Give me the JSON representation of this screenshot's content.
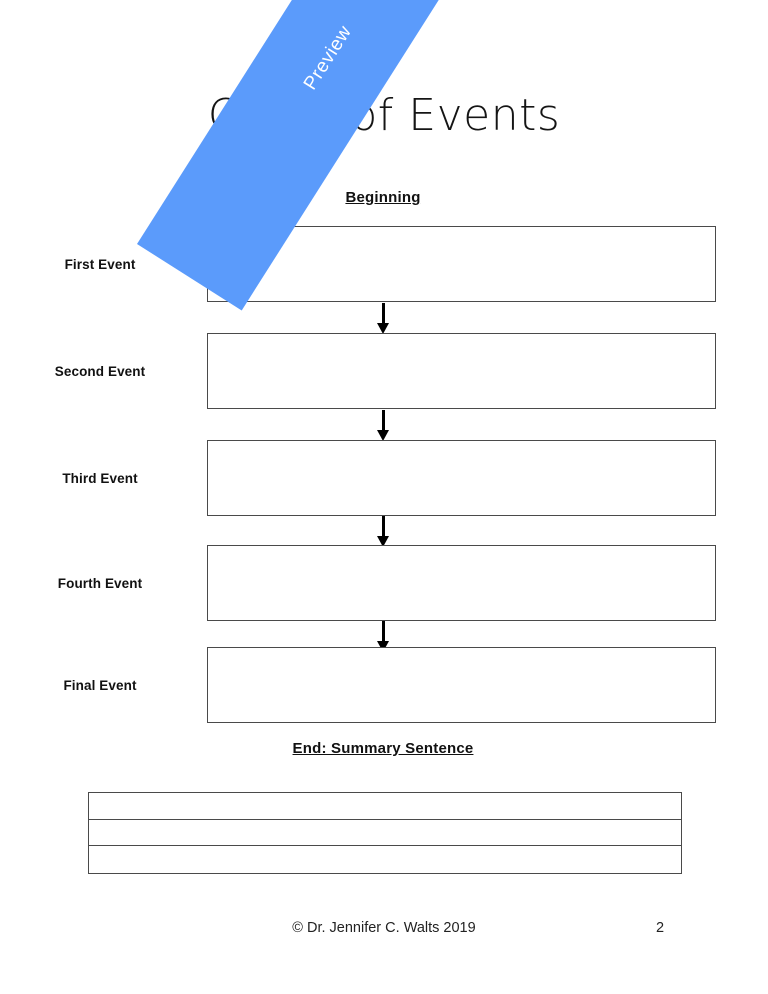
{
  "page": {
    "title": "Chain of Events",
    "background_color": "#ffffff"
  },
  "headings": {
    "beginning": "Beginning",
    "end": "End: Summary Sentence"
  },
  "chain": {
    "rows": [
      {
        "label": "First Event",
        "box_value": ""
      },
      {
        "label": "Second Event",
        "box_value": ""
      },
      {
        "label": "Third Event",
        "box_value": ""
      },
      {
        "label": "Fourth Event",
        "box_value": ""
      },
      {
        "label": "Final Event",
        "box_value": ""
      }
    ]
  },
  "summary_table": {
    "rows": [
      "",
      "",
      ""
    ]
  },
  "footer": {
    "copyright": "© Dr. Jennifer C. Walts 2019",
    "page_number": "2"
  },
  "watermark": {
    "text": "Preview",
    "band_color": "#5b9bfb",
    "text_color": "#ffffff"
  }
}
